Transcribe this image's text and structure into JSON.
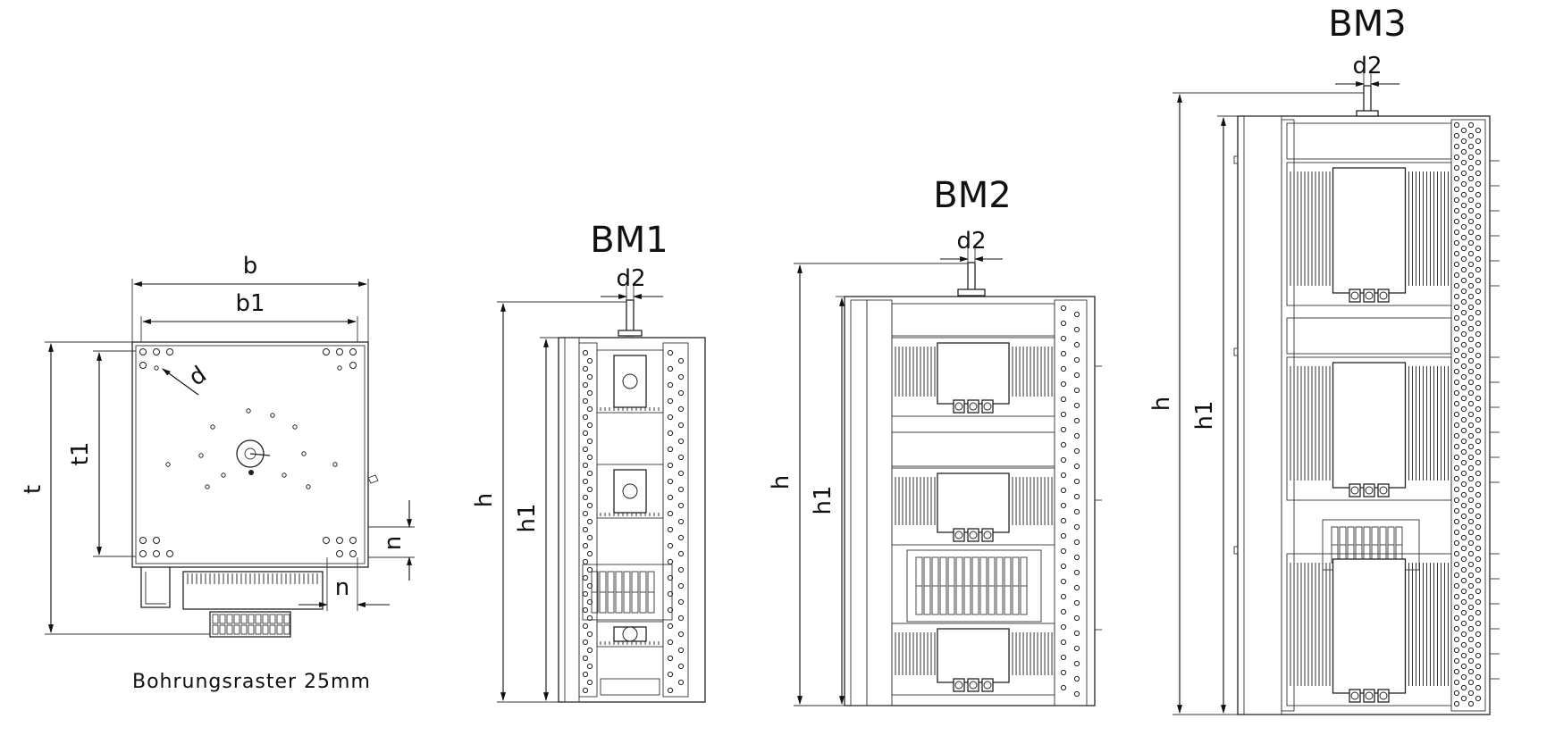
{
  "colors": {
    "line": "#222222",
    "background": "#ffffff"
  },
  "top_view": {
    "dims": {
      "b": "b",
      "b1": "b1",
      "t": "t",
      "t1": "t1",
      "d": "d",
      "n_vertical": "n",
      "n_horizontal": "n"
    },
    "caption": "Bohrungsraster 25mm"
  },
  "bm1": {
    "title": "BM1",
    "d2": "d2",
    "h": "h",
    "h1": "h1"
  },
  "bm2": {
    "title": "BM2",
    "d2": "d2",
    "h": "h",
    "h1": "h1"
  },
  "bm3": {
    "title": "BM3",
    "d2": "d2",
    "h": "h",
    "h1": "h1"
  }
}
